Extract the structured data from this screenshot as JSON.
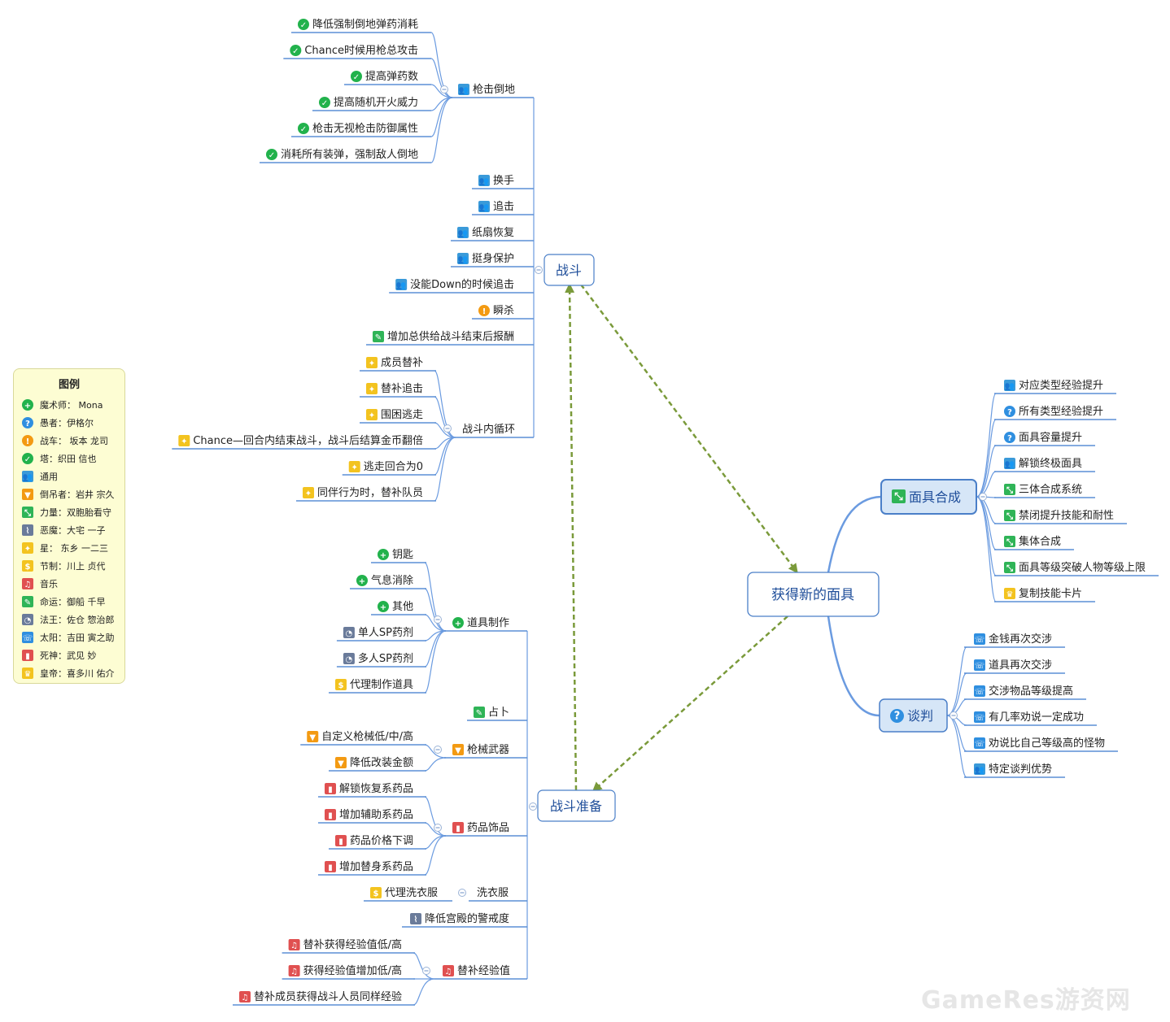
{
  "central": "获得新的面具",
  "branches": {
    "battle": {
      "label": "战斗",
      "groups": {
        "gun": {
          "label": "枪击倒地",
          "items": [
            {
              "icon": "check",
              "text": "降低强制倒地弹药消耗"
            },
            {
              "icon": "check",
              "text": "Chance时候用枪总攻击"
            },
            {
              "icon": "check",
              "text": "提高弹药数"
            },
            {
              "icon": "check",
              "text": "提高随机开火威力"
            },
            {
              "icon": "check",
              "text": "枪击无视枪击防御属性"
            },
            {
              "icon": "check",
              "text": "消耗所有装弹，强制敌人倒地"
            }
          ]
        },
        "loop": {
          "label": "战斗内循环",
          "items": [
            {
              "icon": "star",
              "text": "成员替补"
            },
            {
              "icon": "star",
              "text": "替补追击"
            },
            {
              "icon": "star",
              "text": "围困逃走"
            },
            {
              "icon": "star",
              "text": "Chance—回合内结束战斗，战斗后结算金币翻倍"
            },
            {
              "icon": "star",
              "text": "逃走回合为0"
            },
            {
              "icon": "star",
              "text": "同伴行为时，替补队员"
            }
          ]
        }
      },
      "items": [
        {
          "icon": "people",
          "text": "换手"
        },
        {
          "icon": "people",
          "text": "追击"
        },
        {
          "icon": "people",
          "text": "纸扇恢复"
        },
        {
          "icon": "people",
          "text": "挺身保护"
        },
        {
          "icon": "people",
          "text": "没能Down的时候追击"
        },
        {
          "icon": "exclaim",
          "text": "瞬杀"
        },
        {
          "icon": "pencil",
          "text": "增加总供给战斗结束后报酬"
        }
      ]
    },
    "prep": {
      "label": "战斗准备",
      "groups": {
        "tools": {
          "label": "道具制作",
          "icon": "plus",
          "items": [
            {
              "icon": "plus",
              "text": "钥匙"
            },
            {
              "icon": "plus",
              "text": "气息消除"
            },
            {
              "icon": "plus",
              "text": "其他"
            },
            {
              "icon": "clock",
              "text": "单人SP药剂"
            },
            {
              "icon": "clock",
              "text": "多人SP药剂"
            },
            {
              "icon": "dollar",
              "text": "代理制作道具"
            }
          ]
        },
        "divination": {
          "label": "占卜",
          "icon": "pencil"
        },
        "guns": {
          "label": "枪械武器",
          "icon": "thumb",
          "items": [
            {
              "icon": "thumb",
              "text": "自定义枪械低/中/高"
            },
            {
              "icon": "thumb",
              "text": "降低改装金额"
            }
          ]
        },
        "medicine": {
          "label": "药品饰品",
          "icon": "thermo",
          "items": [
            {
              "icon": "thermo",
              "text": "解锁恢复系药品"
            },
            {
              "icon": "thermo",
              "text": "增加辅助系药品"
            },
            {
              "icon": "thermo",
              "text": "药品价格下调"
            },
            {
              "icon": "thermo",
              "text": "增加替身系药品"
            }
          ]
        },
        "laundry": {
          "label": "洗衣服",
          "items": [
            {
              "icon": "dollar",
              "text": "代理洗衣服"
            }
          ]
        },
        "alert": {
          "label": "降低宫殿的警戒度",
          "icon": "chart"
        },
        "exp": {
          "label": "替补经验值",
          "icon": "music",
          "items": [
            {
              "icon": "music",
              "text": "替补获得经验值低/高"
            },
            {
              "icon": "music",
              "text": "获得经验值增加低/高"
            },
            {
              "icon": "music",
              "text": "替补成员获得战斗人员同样经验"
            }
          ]
        }
      }
    },
    "mask": {
      "label": "面具合成",
      "items": [
        {
          "icon": "people",
          "text": "对应类型经验提升"
        },
        {
          "icon": "question",
          "text": "所有类型经验提升"
        },
        {
          "icon": "question",
          "text": "面具容量提升"
        },
        {
          "icon": "people",
          "text": "解锁终极面具"
        },
        {
          "icon": "arrows",
          "text": "三体合成系统"
        },
        {
          "icon": "arrows",
          "text": "禁闭提升技能和耐性"
        },
        {
          "icon": "arrows",
          "text": "集体合成"
        },
        {
          "icon": "arrows",
          "text": "面具等级突破人物等级上限"
        },
        {
          "icon": "trophy",
          "text": "复制技能卡片"
        }
      ]
    },
    "negotiation": {
      "label": "谈判",
      "items": [
        {
          "icon": "phone",
          "text": "金钱再次交涉"
        },
        {
          "icon": "phone",
          "text": "道具再次交涉"
        },
        {
          "icon": "phone",
          "text": "交涉物品等级提高"
        },
        {
          "icon": "phone",
          "text": "有几率劝说一定成功"
        },
        {
          "icon": "phone",
          "text": "劝说比自己等级高的怪物"
        },
        {
          "icon": "people",
          "text": "特定谈判优势"
        }
      ]
    }
  },
  "legend": {
    "title": "图例",
    "rows": [
      {
        "icon": "plus",
        "text": "魔术师： Mona"
      },
      {
        "icon": "question",
        "text": "愚者：伊格尔"
      },
      {
        "icon": "exclaim",
        "text": "战车： 坂本 龙司"
      },
      {
        "icon": "check",
        "text": "塔：织田 信也"
      },
      {
        "icon": "people",
        "text": "通用"
      },
      {
        "icon": "thumb",
        "text": "倒吊者：岩井 宗久"
      },
      {
        "icon": "arrows",
        "text": "力量：双胞胎看守"
      },
      {
        "icon": "chart",
        "text": "恶魔：大宅 一子"
      },
      {
        "icon": "star",
        "text": "星： 东乡 一二三"
      },
      {
        "icon": "dollar",
        "text": "节制：川上 贞代"
      },
      {
        "icon": "music",
        "text": "音乐"
      },
      {
        "icon": "pencil",
        "text": "命运：御船 千早"
      },
      {
        "icon": "clock",
        "text": "法王：佐仓 惣治郎"
      },
      {
        "icon": "phone",
        "text": "太阳：吉田 寅之助"
      },
      {
        "icon": "thermo",
        "text": "死神：武见 妙"
      },
      {
        "icon": "trophy",
        "text": "皇帝：喜多川 佑介"
      }
    ]
  },
  "watermark": "GameRes游资网",
  "colors": {
    "accent": "#2f6fc6",
    "dashed_link": "#7a9a3a",
    "topic_fill": "#d6e6f7"
  }
}
